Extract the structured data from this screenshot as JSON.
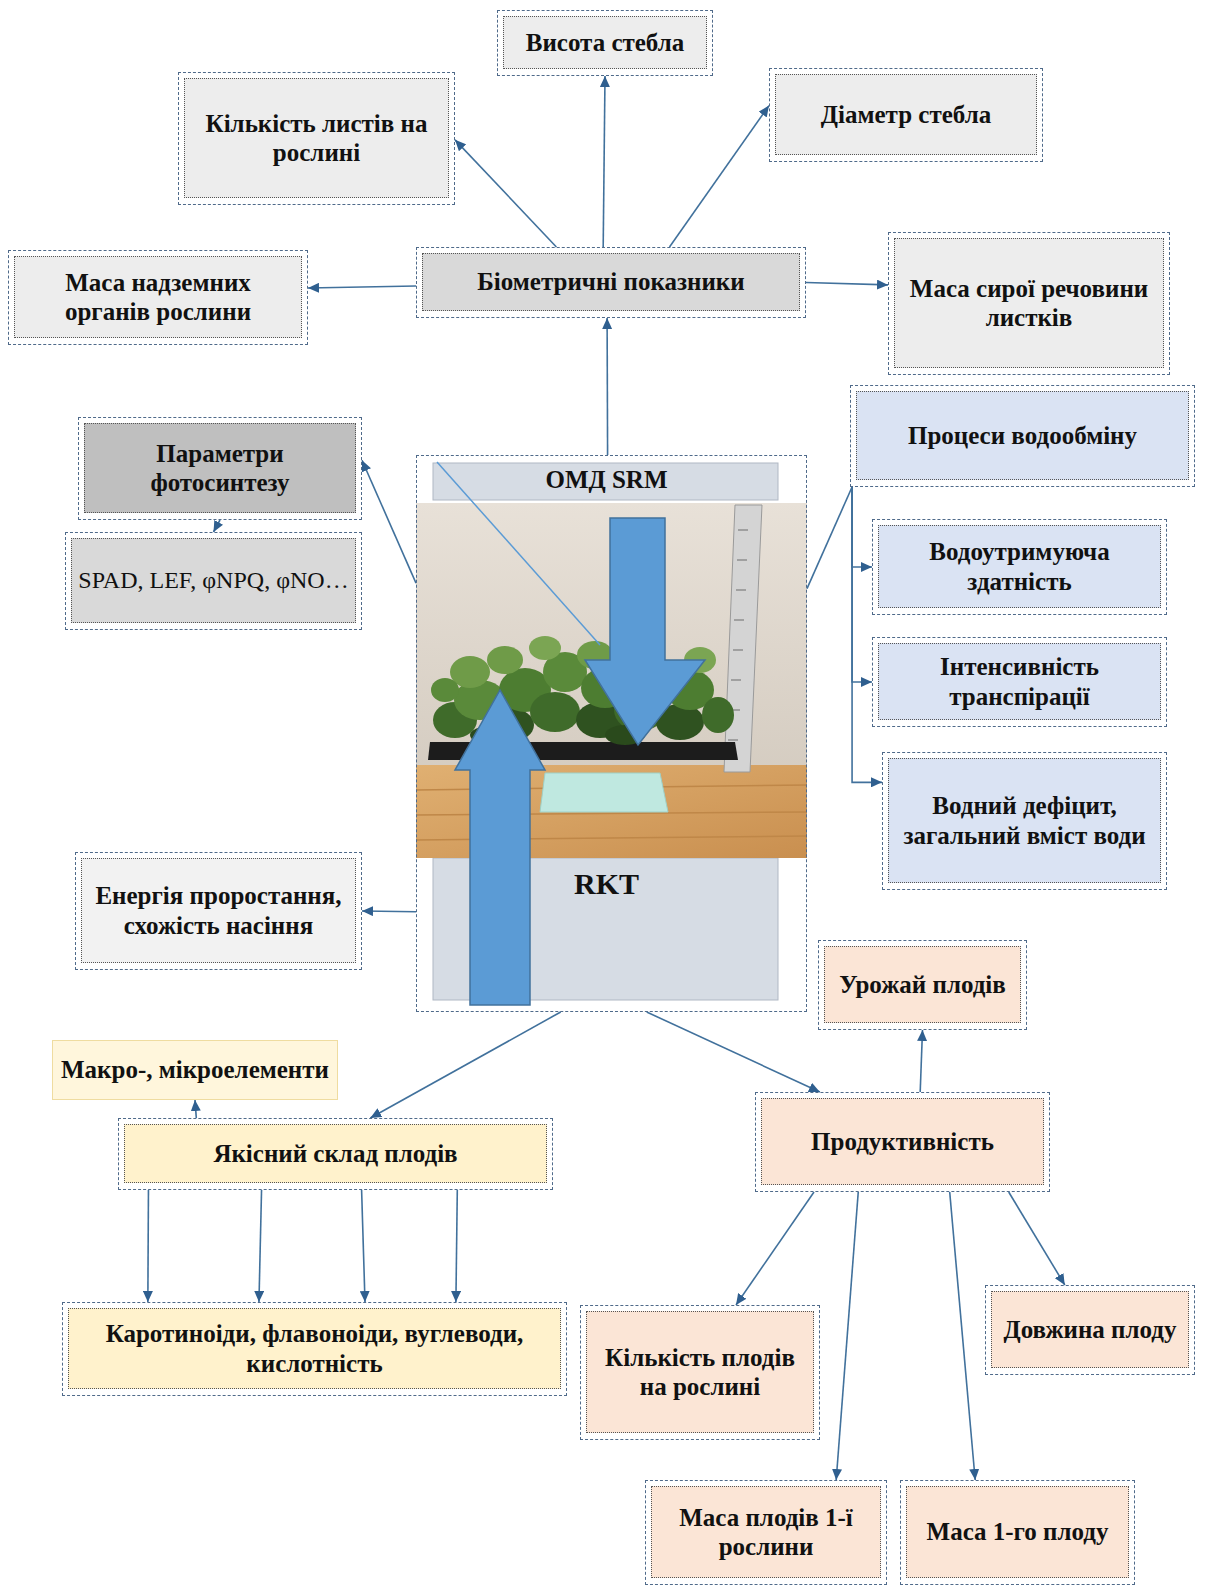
{
  "diagram": {
    "nodes": [
      {
        "text": [
          "Висота стебла"
        ]
      },
      {
        "text": [
          "Кількість листів на рослині"
        ]
      },
      {
        "text": [
          "Діаметр стебла"
        ]
      },
      {
        "text": [
          "Маса надземних органів рослини"
        ]
      },
      {
        "text": [
          "Біометричні показники"
        ]
      },
      {
        "text": [
          "Маса сирої речовини листків"
        ]
      },
      {
        "text": [
          "Параметри фотосинтезу"
        ]
      },
      {
        "text": [
          "SPAD, LEF, φNPQ, φNO…"
        ]
      },
      {
        "text": [
          "ОМД SRM",
          "RKT"
        ]
      },
      {
        "text": [
          "Процеси водообміну"
        ]
      },
      {
        "text": [
          "Водоутримуюча здатність"
        ]
      },
      {
        "text": [
          "Інтенсивність транспірації"
        ]
      },
      {
        "text": [
          "Водний дефіцит, загальний вміст води"
        ]
      },
      {
        "text": [
          "Енергія проростання, схожість насіння"
        ]
      },
      {
        "text": [
          "Урожай плодів"
        ]
      },
      {
        "text": [
          "Макро-, мікроелементи"
        ]
      },
      {
        "text": [
          "Якісний склад плодів"
        ]
      },
      {
        "text": [
          "Продуктивність"
        ]
      },
      {
        "text": [
          "Каротиноіди, флавоноіди, вуглеводи, кислотність"
        ]
      },
      {
        "text": [
          "Кількість плодів на рослині"
        ]
      },
      {
        "text": [
          "Довжина плоду"
        ]
      },
      {
        "text": [
          "Маса плодів 1-ї рослини"
        ]
      },
      {
        "text": [
          "Маса 1-го плоду"
        ]
      }
    ],
    "edges": [
      {
        "from": 4,
        "to": 0,
        "arrow": "to"
      },
      {
        "from": 4,
        "to": 1,
        "arrow": "to"
      },
      {
        "from": 4,
        "to": 2,
        "arrow": "to"
      },
      {
        "from": 4,
        "to": 3,
        "arrow": "to"
      },
      {
        "from": 4,
        "to": 5,
        "arrow": "to"
      },
      {
        "from": 8,
        "to": 4,
        "arrow": "to"
      },
      {
        "from": 8,
        "to": 6,
        "arrow": "to"
      },
      {
        "from": 6,
        "to": 7,
        "arrow": "to"
      },
      {
        "from": 8,
        "to": 9,
        "arrow": "none"
      },
      {
        "from": 9,
        "to": 10,
        "arrow": "to"
      },
      {
        "from": 9,
        "to": 11,
        "arrow": "to"
      },
      {
        "from": 9,
        "to": 12,
        "arrow": "to"
      },
      {
        "from": 8,
        "to": 13,
        "arrow": "to"
      },
      {
        "from": 8,
        "to": 16,
        "arrow": "to"
      },
      {
        "from": 8,
        "to": 17,
        "arrow": "to"
      },
      {
        "from": 17,
        "to": 14,
        "arrow": "to"
      },
      {
        "from": 16,
        "to": 15,
        "arrow": "to"
      },
      {
        "from": 16,
        "to": 18,
        "arrow": "to"
      },
      {
        "from": 16,
        "to": 18,
        "arrow": "to"
      },
      {
        "from": 16,
        "to": 18,
        "arrow": "to"
      },
      {
        "from": 16,
        "to": 18,
        "arrow": "to"
      },
      {
        "from": 17,
        "to": 19,
        "arrow": "to"
      },
      {
        "from": 17,
        "to": 21,
        "arrow": "to"
      },
      {
        "from": 17,
        "to": 22,
        "arrow": "to"
      },
      {
        "from": 17,
        "to": 20,
        "arrow": "to"
      }
    ]
  }
}
